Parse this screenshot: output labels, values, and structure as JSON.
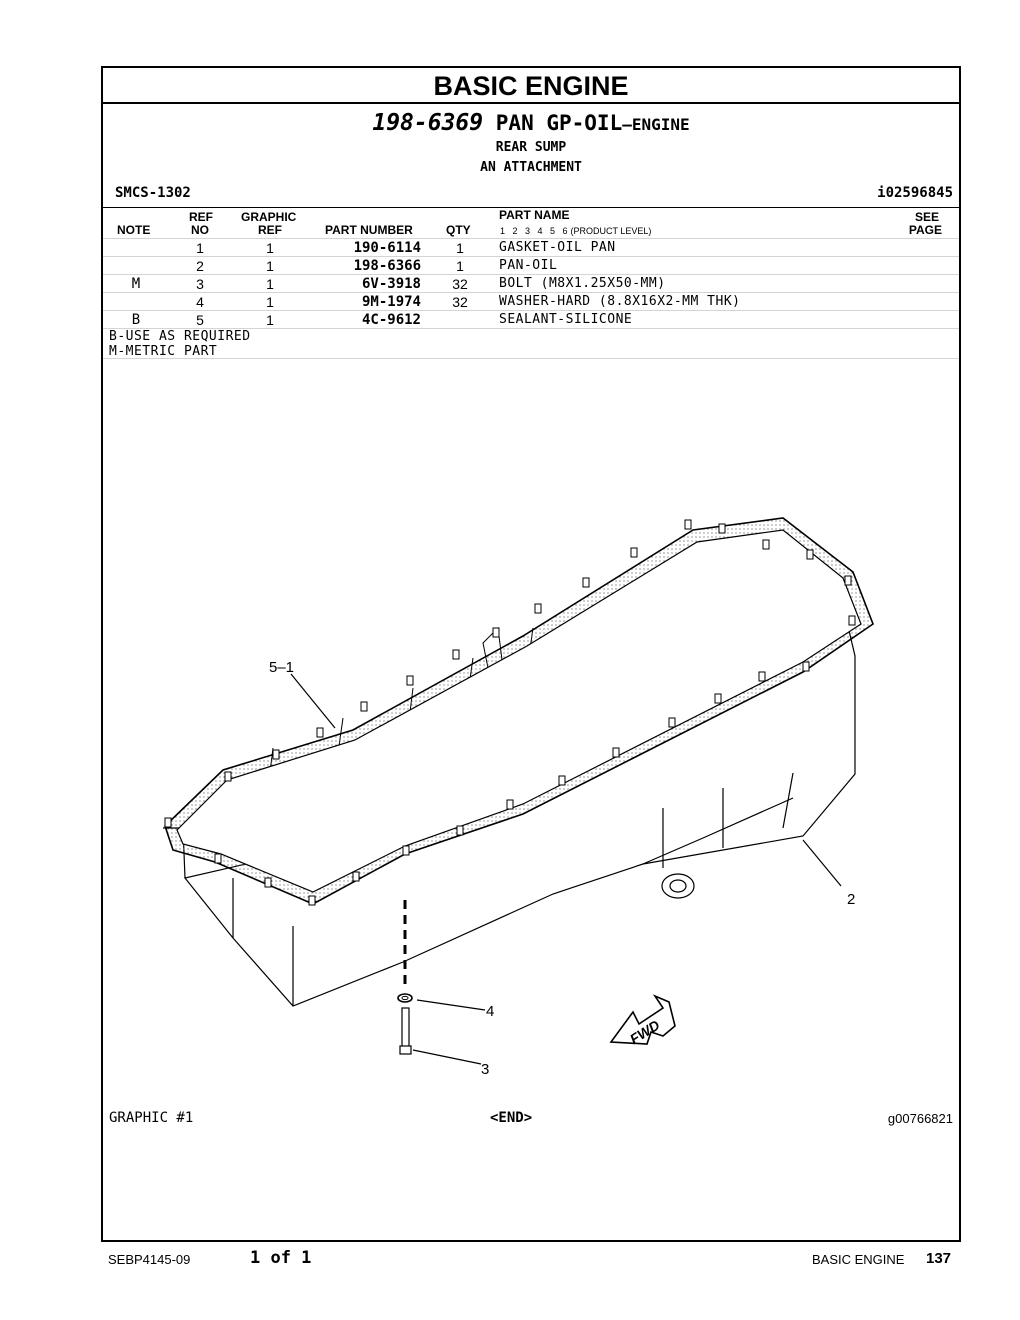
{
  "section_title": "BASIC ENGINE",
  "group": {
    "part_number": "198-6369",
    "name": "PAN GP-OIL",
    "suffix": "—ENGINE",
    "line1": "REAR SUMP",
    "line2": "AN ATTACHMENT"
  },
  "smcs": "SMCS-1302",
  "info_id": "i02596845",
  "headers": {
    "note": "NOTE",
    "ref": "REF",
    "ref_no": "NO",
    "graphic": "GRAPHIC",
    "graphic_ref": "REF",
    "part_number": "PART NUMBER",
    "qty": "QTY",
    "part_name": "PART NAME",
    "levels": "1 2 3 4 5 6",
    "product_level": "(PRODUCT LEVEL)",
    "see": "SEE",
    "page": "PAGE"
  },
  "parts": [
    {
      "note": "",
      "ref": "1",
      "graphic_ref": "1",
      "part_number": "190-6114",
      "qty": "1",
      "name": "GASKET-OIL PAN"
    },
    {
      "note": "",
      "ref": "2",
      "graphic_ref": "1",
      "part_number": "198-6366",
      "qty": "1",
      "name": "PAN-OIL"
    },
    {
      "note": "M",
      "ref": "3",
      "graphic_ref": "1",
      "part_number": "6V-3918",
      "qty": "32",
      "name": "BOLT (M8X1.25X50-MM)"
    },
    {
      "note": "",
      "ref": "4",
      "graphic_ref": "1",
      "part_number": "9M-1974",
      "qty": "32",
      "name": "WASHER-HARD (8.8X16X2-MM THK)"
    },
    {
      "note": "B",
      "ref": "5",
      "graphic_ref": "1",
      "part_number": "4C-9612",
      "qty": "",
      "name": "SEALANT-SILICONE"
    }
  ],
  "notes": [
    "B-USE AS REQUIRED",
    "M-METRIC PART"
  ],
  "illustration": {
    "callouts": [
      "5–1",
      "2",
      "4",
      "3"
    ],
    "fwd_label": "FWD"
  },
  "graphic_label": "GRAPHIC #1",
  "end_label": "<END>",
  "graphic_ref": "g00766821",
  "footer": {
    "doc": "SEBP4145-09",
    "page_of": "1 of 1",
    "section": "BASIC ENGINE",
    "page_number": "137"
  }
}
